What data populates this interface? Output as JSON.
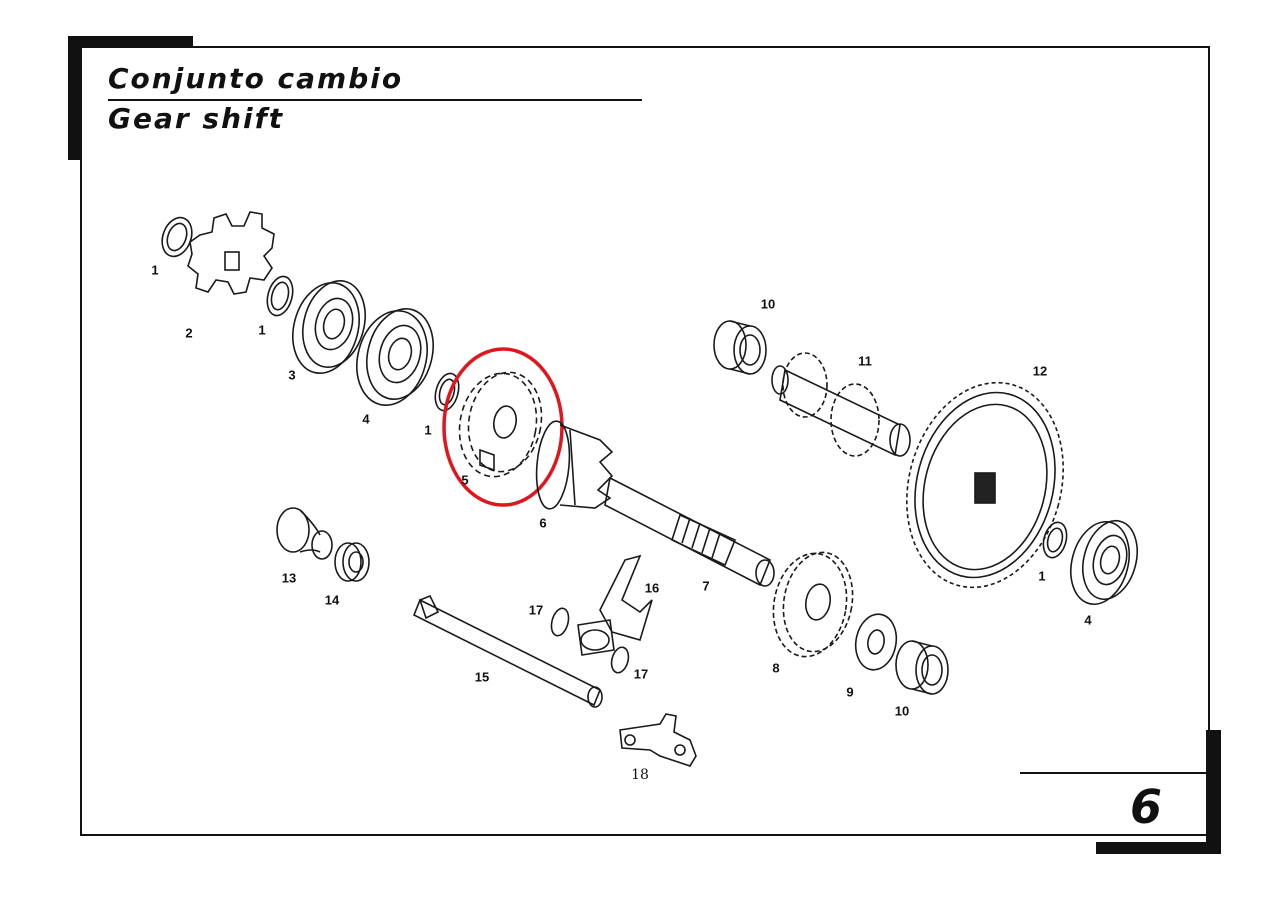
{
  "header": {
    "title_es": "Conjunto cambio",
    "title_en": "Gear shift"
  },
  "page_number": "6",
  "callouts": [
    {
      "id": "c1a",
      "label": "1"
    },
    {
      "id": "c2",
      "label": "2"
    },
    {
      "id": "c1b",
      "label": "1"
    },
    {
      "id": "c3",
      "label": "3"
    },
    {
      "id": "c4a",
      "label": "4"
    },
    {
      "id": "c1c",
      "label": "1"
    },
    {
      "id": "c5",
      "label": "5"
    },
    {
      "id": "c6",
      "label": "6"
    },
    {
      "id": "c10a",
      "label": "10"
    },
    {
      "id": "c11",
      "label": "11"
    },
    {
      "id": "c12",
      "label": "12"
    },
    {
      "id": "c1d",
      "label": "1"
    },
    {
      "id": "c4b",
      "label": "4"
    },
    {
      "id": "c13",
      "label": "13"
    },
    {
      "id": "c14",
      "label": "14"
    },
    {
      "id": "c7",
      "label": "7"
    },
    {
      "id": "c16",
      "label": "16"
    },
    {
      "id": "c17a",
      "label": "17"
    },
    {
      "id": "c17b",
      "label": "17"
    },
    {
      "id": "c15",
      "label": "15"
    },
    {
      "id": "c8",
      "label": "8"
    },
    {
      "id": "c9",
      "label": "9"
    },
    {
      "id": "c10b",
      "label": "10"
    },
    {
      "id": "c18",
      "label": "18"
    }
  ],
  "highlight": {
    "part": "5",
    "color": "#e3141b"
  }
}
